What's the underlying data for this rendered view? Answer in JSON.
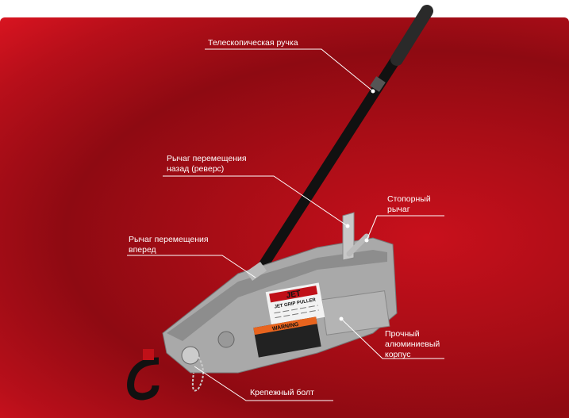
{
  "labels": {
    "telescopic_handle": "Телескопическая ручка",
    "reverse_lever": [
      "Рычаг перемещения",
      "назад (реверс)"
    ],
    "release_lever": [
      "Стопорный",
      "рычаг"
    ],
    "forward_lever": [
      "Рычаг перемещения",
      "вперед"
    ],
    "body": [
      "Прочный",
      "алюминиевый",
      "корпус"
    ],
    "fixing_bolt": "Крепежный болт"
  },
  "product": {
    "brand": "JET",
    "model": "JET GRIP PULLER",
    "warning": "WARNING"
  },
  "colors": {
    "background": "#a80d16",
    "body": "#a9a9a9",
    "handle": "#151515",
    "warning": "#e8641e"
  }
}
